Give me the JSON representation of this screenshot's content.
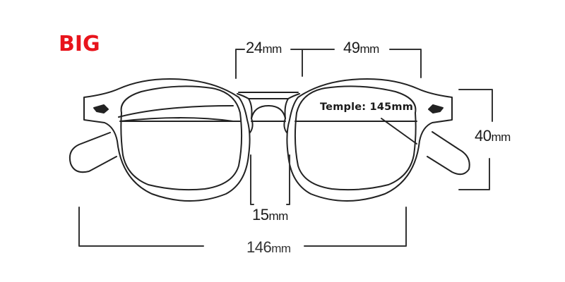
{
  "size_tag": {
    "label": "BIG",
    "color": "#e8141c"
  },
  "dimensions": {
    "bridge": {
      "value": "24",
      "unit": "mm"
    },
    "lens_width": {
      "value": "49",
      "unit": "mm"
    },
    "lens_height": {
      "value": "40",
      "unit": "mm"
    },
    "nose_pad": {
      "value": "15",
      "unit": "mm"
    },
    "total_width": {
      "value": "146",
      "unit": "mm"
    }
  },
  "temple_note": "Temple: 145mm",
  "colors": {
    "line": "#222222",
    "background": "#ffffff",
    "accent": "#e8141c"
  }
}
